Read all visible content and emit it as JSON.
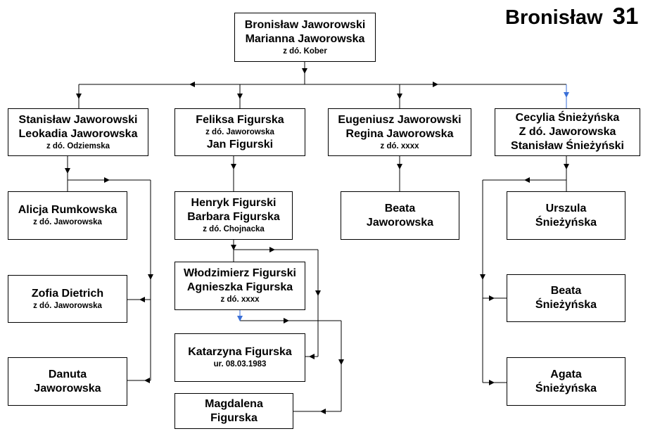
{
  "page_title": {
    "name": "Bronisław",
    "number": "31"
  },
  "colors": {
    "line": "#000000",
    "accent_arrow": "#3a6fd8"
  },
  "root": {
    "lines": [
      "Bronisław Jaworowski",
      "Marianna Jaworowska"
    ],
    "note": "z dó. Kober"
  },
  "branches": [
    {
      "lines": [
        "Stanisław Jaworowski",
        "Leokadia Jaworowska"
      ],
      "note": "z dó. Odziemska"
    },
    {
      "line1": "Feliksa  Figurska",
      "note": "z dó. Jaworowska",
      "line2": "Jan  Figurski"
    },
    {
      "lines": [
        "Eugeniusz Jaworowski",
        "Regina Jaworowska"
      ],
      "note": "z dó.  xxxx"
    },
    {
      "lines": [
        "Cecylia Śnieżyńska",
        "Z dó. Jaworowska",
        "Stanisław Śnieżyński"
      ]
    }
  ],
  "stanislaw_children": [
    {
      "lines": [
        "Alicja Rumkowska"
      ],
      "note": "z dó. Jaworowska"
    },
    {
      "lines": [
        "Zofia Dietrich"
      ],
      "note": "z dó. Jaworowska"
    },
    {
      "lines": [
        "Danuta",
        "Jaworowska"
      ]
    }
  ],
  "feliksa_child": {
    "lines": [
      "Henryk Figurski",
      "Barbara Figurska"
    ],
    "note": "z dó. Chojnacka"
  },
  "henryk_children": [
    {
      "lines": [
        "Włodzimierz Figurski",
        "Agnieszka Figurska"
      ],
      "note": "z dó.  xxxx"
    },
    {
      "lines": [
        "Katarzyna Figurska"
      ],
      "note": "ur. 08.03.1983"
    },
    {
      "lines": [
        "Magdalena",
        "Figurska"
      ]
    }
  ],
  "eugeniusz_child": {
    "lines": [
      "Beata",
      "Jaworowska"
    ]
  },
  "cecylia_children": [
    {
      "lines": [
        "Urszula",
        "Śnieżyńska"
      ]
    },
    {
      "lines": [
        "Beata",
        "Śnieżyńska"
      ]
    },
    {
      "lines": [
        "Agata",
        "Śnieżyńska"
      ]
    }
  ]
}
